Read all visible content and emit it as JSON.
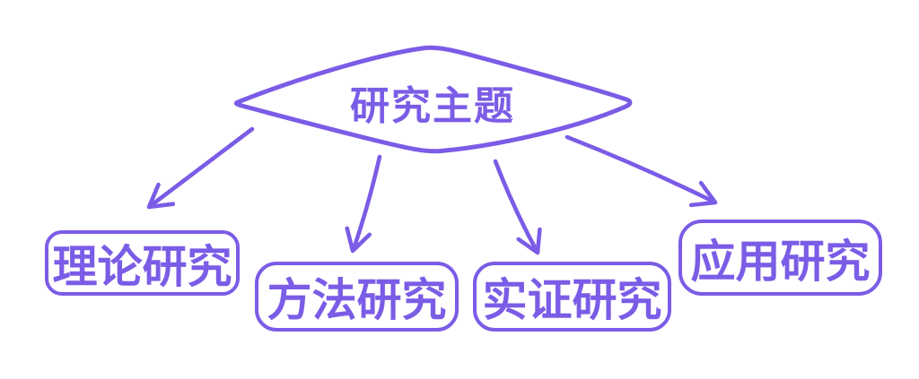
{
  "diagram": {
    "title_node": {
      "label": "研究主题",
      "shape": "diamond"
    },
    "children": [
      {
        "label": "理论研究"
      },
      {
        "label": "方法研究"
      },
      {
        "label": "实证研究"
      },
      {
        "label": "应用研究"
      }
    ],
    "colors": {
      "accent": "#7b5ce6",
      "background": "#ffffff"
    }
  }
}
